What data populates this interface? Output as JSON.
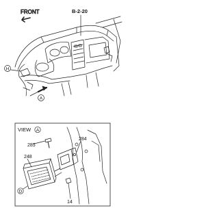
{
  "top_view": {
    "front_label": "FRONT",
    "ref_label": "B-2-20",
    "callout_h": "H",
    "callout_a": "A"
  },
  "bottom_view": {
    "view_word": "VIEW",
    "view_letter": "A",
    "part_285": "285",
    "part_284": "284",
    "part_248": "248",
    "part_14": "14",
    "callout_d": "D"
  }
}
